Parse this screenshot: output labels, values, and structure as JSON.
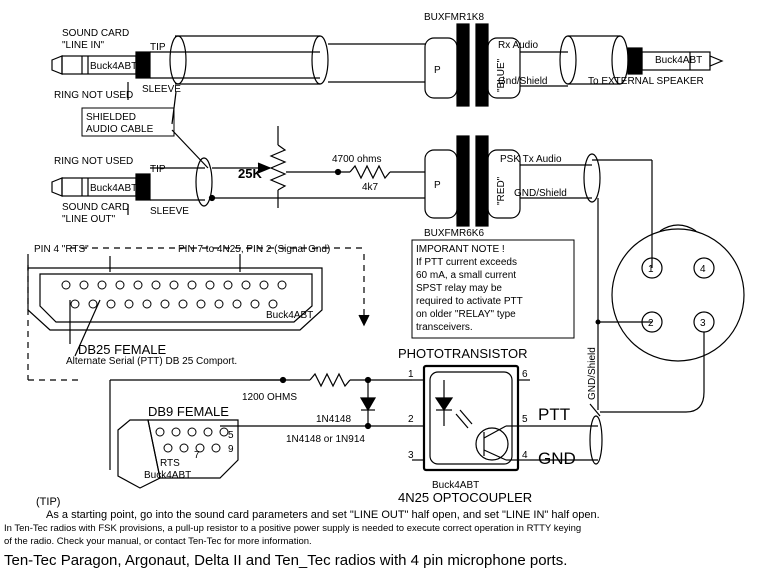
{
  "labels": {
    "xfmr_top": "BUXFMR1K8",
    "xfmr_bottom": "BUXFMR6K6",
    "blue": "\"BLUE\"",
    "red": "\"RED\"",
    "p": "P",
    "rx_audio": "Rx Audio",
    "gnd_shield": "Gnd/Shield",
    "gnd_shield_caps": "GND/Shield",
    "gnd_shield_vert": "GND/Shield",
    "psk_tx": "PSK Tx Audio",
    "ext_speaker": "To EXTERNAL SPEAKER",
    "sound_card": "SOUND CARD",
    "line_in": "\"LINE IN\"",
    "line_out": "\"LINE OUT\"",
    "ring_not_used": "RING NOT USED",
    "tip": "TIP",
    "sleeve": "SLEEVE",
    "shielded_1": "SHIELDED",
    "shielded_2": "AUDIO CABLE",
    "buck_plug": "Buck4ABT",
    "pot": "25K",
    "ohms_4700": "4700 ohms",
    "r_4k7": "4k7",
    "pin4_rts": "PIN 4  \"RTS\"",
    "pin7": "PIN 7  to 4N25, PIN 2 (Signal Gnd)",
    "db25": "DB25 FEMALE",
    "db25_alt": "Alternate Serial (PTT) DB 25 Comport.",
    "db25_brand": "Buck4ABT",
    "phototransistor": "PHOTOTRANSISTOR",
    "opto": "4N25  OPTOCOUPLER",
    "opto_brand": "Buck4ABT",
    "ohms_1200": "1200 OHMS",
    "diode_1n4148": "1N4148",
    "diode_alt": "1N4148 or 1N914",
    "db9": "DB9 FEMALE",
    "rts": "RTS",
    "db9_brand": "Buck4ABT",
    "ptt": "PTT",
    "gnd": "GND",
    "pin_1": "1",
    "pin_2": "2",
    "pin_3": "3",
    "pin_4": "4",
    "pin_5": "5",
    "pin_6": "6",
    "db9_5": "5",
    "db9_7": "7",
    "db9_9": "9",
    "mic_1": "1",
    "mic_2": "2",
    "mic_3": "3",
    "mic_4": "4"
  },
  "note": [
    "IMPORANT NOTE !",
    "If PTT current exceeds",
    "60 mA, a small current",
    "SPST relay may be",
    "required to activate PTT",
    "on older \"RELAY\" type",
    "transceivers."
  ],
  "footer": {
    "tip_heading": "(TIP)",
    "tip_line": "As a starting point, go into the sound card parameters and set \"LINE OUT\" half open, and set \"LINE IN\" half open.",
    "fsk_line1": "In Ten-Tec radios with FSK provisions, a pull-up resistor to a positive power supply is needed to execute correct operation in RTTY keying",
    "fsk_line2": "of the radio.  Check your manual, or contact Ten-Tec for more information.",
    "title": "Ten-Tec Paragon, Argonaut, Delta II and Ten_Tec radios with 4 pin microphone ports."
  }
}
